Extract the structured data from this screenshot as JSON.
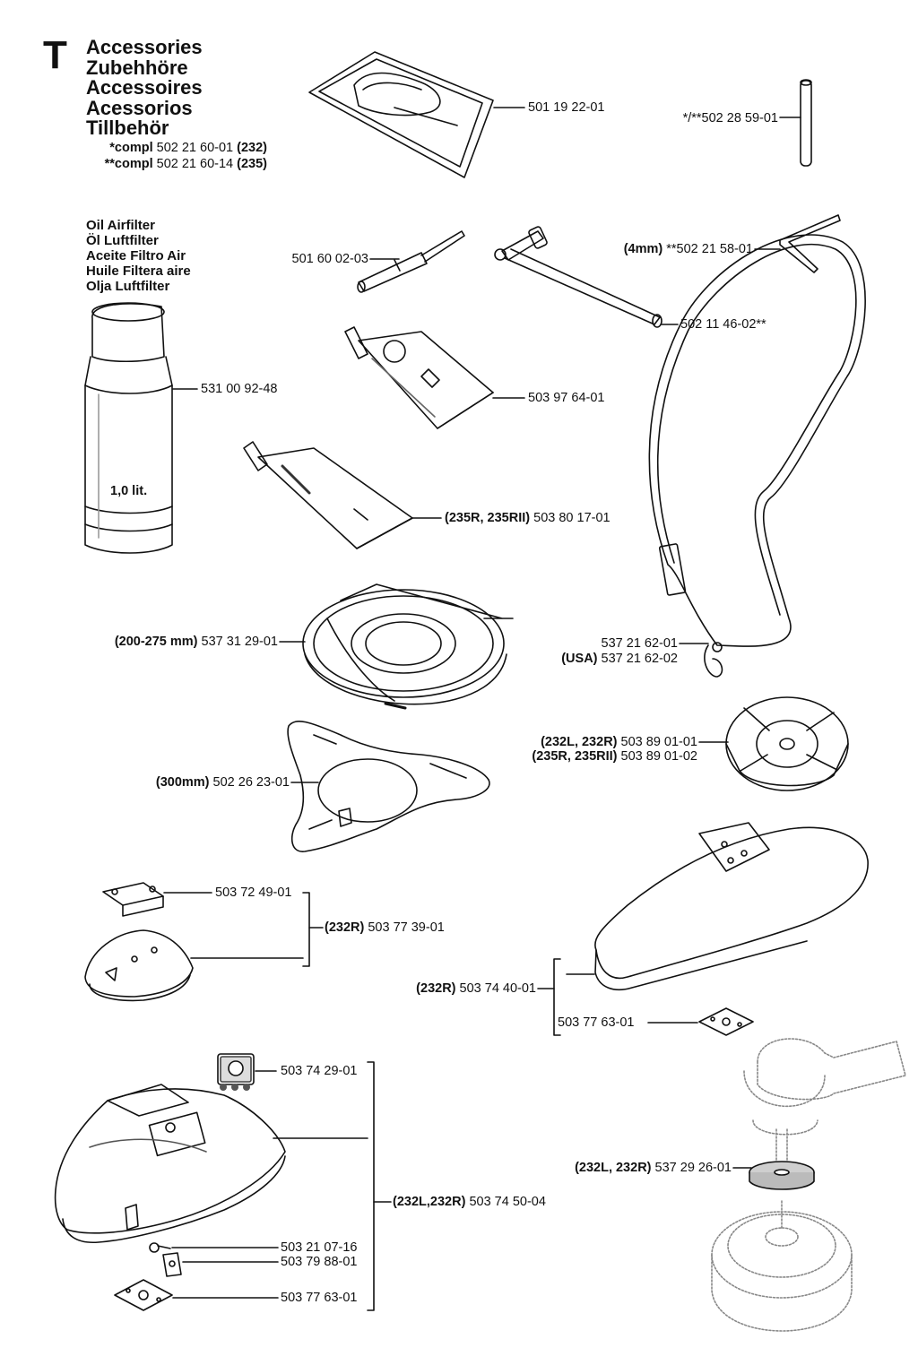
{
  "section_letter": "T",
  "titles": [
    "Accessories",
    "Zubehhöre",
    "Accessoires",
    "Acessorios",
    "Tillbehör"
  ],
  "compl": [
    {
      "prefix": "*compl",
      "number": "502 21 60-01",
      "model": "(232)"
    },
    {
      "prefix": "**compl",
      "number": "502 21 60-14",
      "model": "(235)"
    }
  ],
  "oil_labels": [
    "Oil Airfilter",
    "Öl Luftfilter",
    "Aceite Filtro Air",
    "Huile Filtera aire",
    "Olja Luftfilter"
  ],
  "bottle_volume": "1,0 lit.",
  "parts": {
    "toolbag": {
      "number": "501 19 22-01"
    },
    "pin": {
      "number": "*/**502 28 59-01"
    },
    "screwdriver": {
      "number": "501 60 02-03"
    },
    "hex_key": {
      "qualifier": "(4mm)",
      "number": "**502 21 58-01"
    },
    "socket_wrench": {
      "number": "502 11 46-02**"
    },
    "oil_bottle": {
      "number": "531 00 92-48"
    },
    "grease_tube_1": {
      "number": "503 97 64-01"
    },
    "grease_tube_2": {
      "qualifier": "(235R, 235RII)",
      "number": "503 80 17-01"
    },
    "harness": {
      "number": "537 21 62-01",
      "usa_qualifier": "(USA)",
      "usa_number": "537 21 62-02"
    },
    "transport_guard_1": {
      "qualifier": "(200-275 mm)",
      "number": "537 31 29-01"
    },
    "transport_guard_2": {
      "qualifier": "(300mm)",
      "number": "502 26 23-01"
    },
    "support_cup": [
      {
        "qualifier": "(232L, 232R)",
        "number": "503 89 01-01"
      },
      {
        "qualifier": "(235R, 235RII)",
        "number": "503 89 01-02"
      }
    ],
    "guard_small": {
      "bracket": "503 72 49-01",
      "qualifier": "(232R)",
      "number": "503 77 39-01"
    },
    "guard_large": {
      "qualifier": "(232R)",
      "number": "503 74 40-01",
      "plate": "503 77 63-01"
    },
    "guard_kit": {
      "decal": "503 74 29-01",
      "qualifier": "(232L,232R)",
      "number": "503 74 50-04",
      "screw": "503 21 07-16",
      "nut": "503 79 88-01",
      "plate": "503 77 63-01"
    },
    "spacer": {
      "qualifier": "(232L, 232R)",
      "number": "537 29 26-01"
    }
  }
}
